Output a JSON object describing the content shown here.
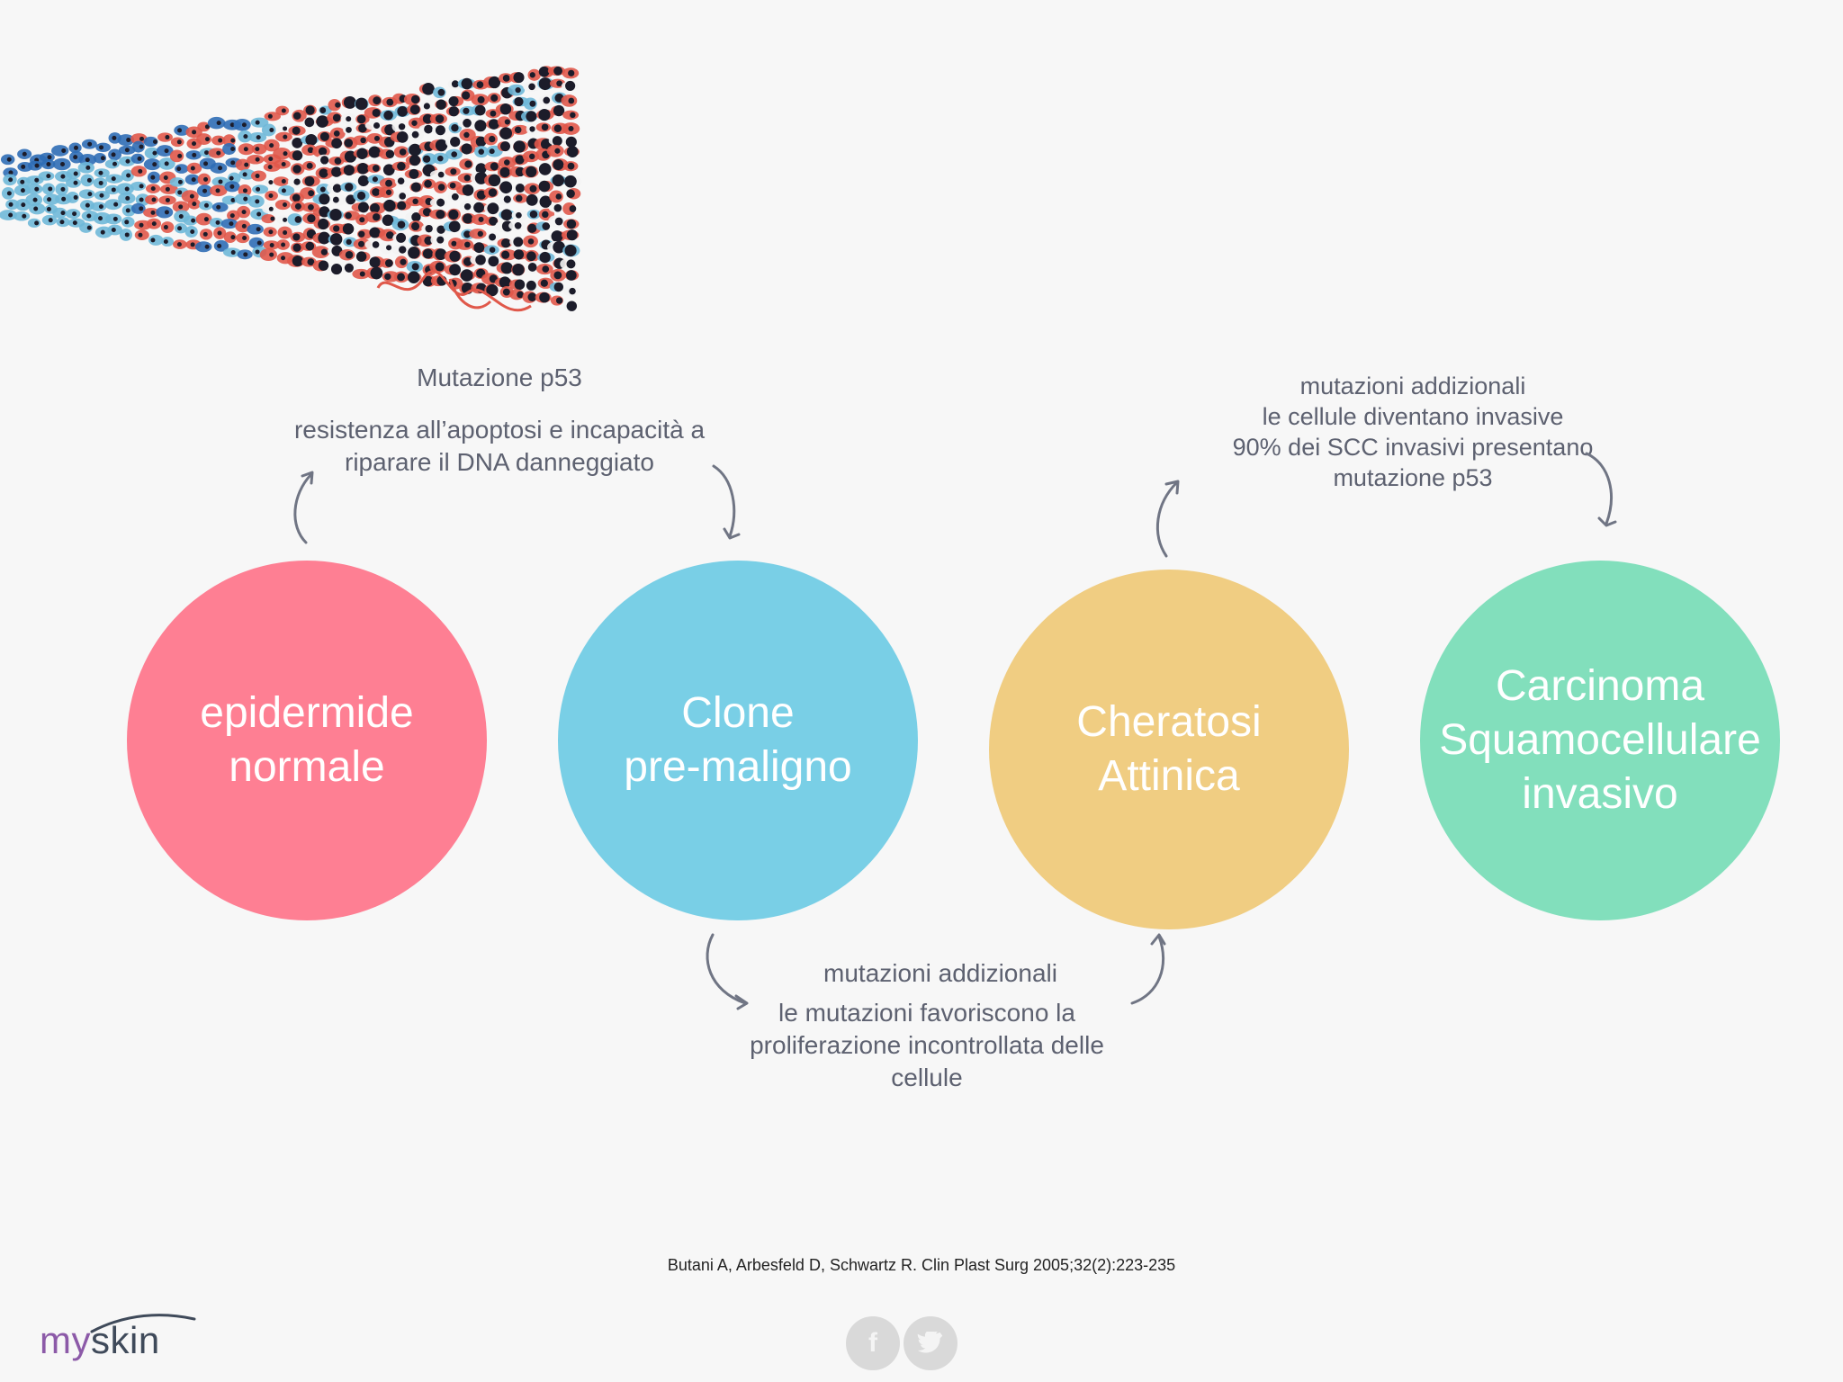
{
  "diagram": {
    "nodes": [
      {
        "id": "c1",
        "label": "epidermide\nnormale",
        "color": "#fe7f93"
      },
      {
        "id": "c2",
        "label": "Clone\npre-maligno",
        "color": "#79cfe6"
      },
      {
        "id": "c3",
        "label": "Cheratosi\nAttinica",
        "color": "#f0cd82"
      },
      {
        "id": "c4",
        "label": "Carcinoma\nSquamocellulare\ninvasivo",
        "color": "#82dfbc"
      }
    ],
    "transitions": [
      {
        "from": "c1",
        "to": "c2",
        "heading": "Mutazione p53",
        "lines": [
          "resistenza all’apoptosi e incapacità a",
          "riparare il DNA danneggiato"
        ]
      },
      {
        "from": "c2",
        "to": "c3",
        "heading": "mutazioni addizionali",
        "lines": [
          "le mutazioni favoriscono la",
          "proliferazione incontrollata delle",
          "cellule"
        ]
      },
      {
        "from": "c3",
        "to": "c4",
        "heading": "mutazioni addizionali",
        "lines": [
          "le cellule diventano invasive",
          "90% dei SCC invasivi presentano",
          "mutazione p53"
        ]
      }
    ]
  },
  "citation": "Butani A, Arbesfeld D, Schwartz R. Clin Plast Surg 2005;32(2):223-235",
  "logo": {
    "my": "my",
    "skin": "skin"
  },
  "social": {
    "facebook_glyph": "f",
    "twitter_glyph": "t"
  },
  "illustration": {
    "colors": {
      "basal": "#2f6db5",
      "normal": "#6fb8d8",
      "atypical": "#e0584a",
      "nucleus": "#1c1c2a"
    }
  }
}
